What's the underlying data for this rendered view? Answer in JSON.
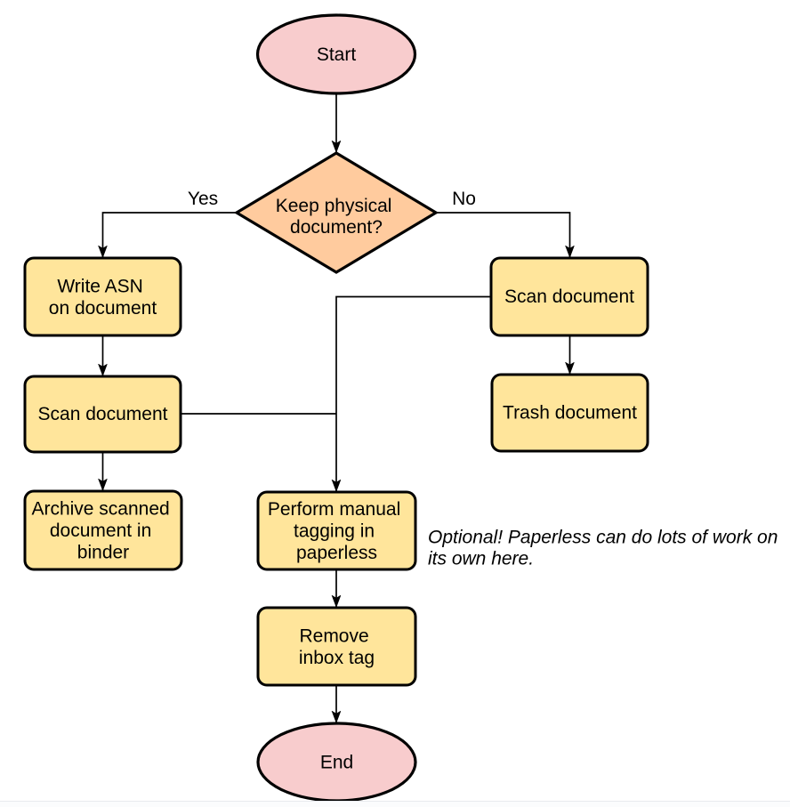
{
  "colors": {
    "background": "#ffffff",
    "terminal_fill": "#f8cccd",
    "decision_fill": "#ffcb9e",
    "process_fill": "#ffe59b",
    "stroke": "#000000",
    "text": "#000000"
  },
  "nodes": {
    "start": {
      "label": "Start"
    },
    "decision": {
      "line1": "Keep physical",
      "line2": "document?"
    },
    "write_asn": {
      "line1": "Write ASN",
      "line2": "on document"
    },
    "scan_left": {
      "label": "Scan document"
    },
    "archive": {
      "line1": "Archive scanned",
      "line2": "document in",
      "line3": "binder"
    },
    "scan_right": {
      "label": "Scan document"
    },
    "trash": {
      "label": "Trash document"
    },
    "tagging": {
      "line1": "Perform manual",
      "line2": "tagging in",
      "line3": "paperless"
    },
    "remove_inbox": {
      "line1": "Remove",
      "line2": "inbox tag"
    },
    "end": {
      "label": "End"
    }
  },
  "edge_labels": {
    "yes": "Yes",
    "no": "No"
  },
  "annotation": {
    "line1": "Optional! Paperless can do lots of work on",
    "line2": "its own here."
  }
}
